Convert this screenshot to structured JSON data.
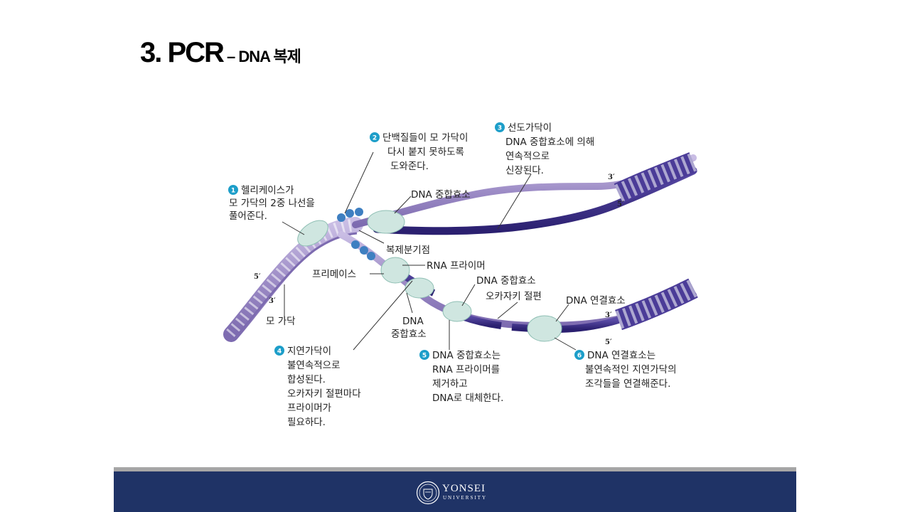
{
  "slide": {
    "title_main": "3. PCR",
    "title_sub": "– DNA 복제"
  },
  "diagram": {
    "step1": {
      "number": "1",
      "lines": [
        "헬리케이스가",
        "모 가닥의 2중 나선을",
        "풀어준다."
      ]
    },
    "step2": {
      "number": "2",
      "lines": [
        "단백질들이 모 가닥이",
        "다시 붙지 못하도록",
        "도와준다."
      ]
    },
    "step3": {
      "number": "3",
      "lines": [
        "선도가닥이",
        "DNA 중합효소에 의해",
        "연속적으로",
        "신장된다."
      ]
    },
    "step4": {
      "number": "4",
      "lines": [
        "지연가닥이",
        "불연속적으로",
        "합성된다.",
        "오카자키 절편마다",
        "프라이머가",
        "필요하다."
      ]
    },
    "step5": {
      "number": "5",
      "lines": [
        "DNA 중합효소는",
        "RNA 프라이머를",
        "제거하고",
        "DNA로 대체한다."
      ]
    },
    "step6": {
      "number": "6",
      "lines": [
        "DNA 연결효소는",
        "불연속적인 지연가닥의",
        "조각들을 연결해준다."
      ]
    },
    "labels": {
      "dna_polymerase_top": "DNA 중합효소",
      "replication_fork": "복제분기점",
      "rna_primer": "RNA 프라이머",
      "primase": "프리메이스",
      "dna_polymerase_mid": "DNA 중합효소",
      "okazaki_fragment": "오카자키 절편",
      "dna_ligase": "DNA 연결효소",
      "dna_polymerase_low": [
        "DNA",
        "중합효소"
      ],
      "parent_strand": "모 가닥"
    },
    "ends": {
      "top_3": "3′",
      "top_5": "5′",
      "bottom_3": "3′",
      "bottom_5": "5′",
      "left_5": "5′",
      "left_3": "3′"
    }
  },
  "footer": {
    "university": "YONSEI",
    "university_sub": "UNIVERSITY"
  },
  "colors": {
    "parent_strand": "#a796cc",
    "new_strand": "#3b2e84",
    "enzyme": "#cfe6e0",
    "primer": "#3aa38a",
    "protein": "#3e7fc1",
    "step_circle": "#1d9ec9",
    "footer_bg": "#1f3366"
  }
}
